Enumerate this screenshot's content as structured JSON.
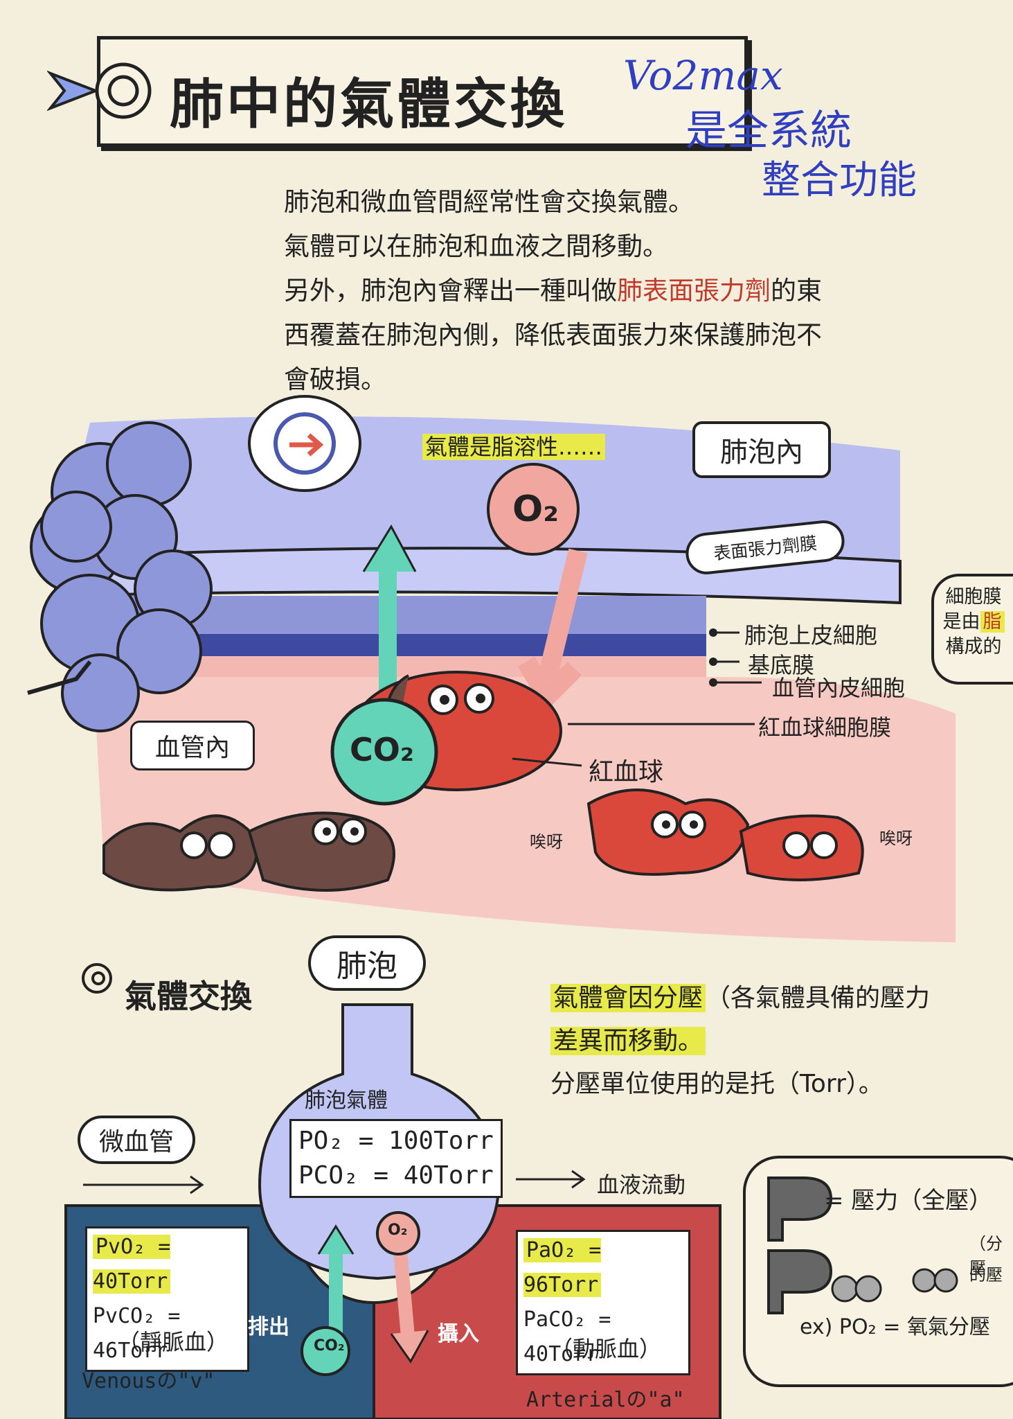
{
  "title": "肺中的氣體交換",
  "handwritten": {
    "line1": "Vo2max",
    "line2": "是全系統",
    "line3": "整合功能"
  },
  "intro_lines": [
    "肺泡和微血管間經常性會交換氣體。",
    "氣體可以在肺泡和血液之間移動。"
  ],
  "intro_line3": {
    "before": "另外，肺泡內會釋出一種叫做",
    "red": "肺表面張力劑",
    "after": "的東"
  },
  "intro_line4": "西覆蓋在肺泡內側，降低表面張力來保護肺泡不",
  "intro_line5": "會破損。",
  "diagram": {
    "fat_soluble": "氣體是脂溶性……",
    "alveolus_inside": "肺泡內",
    "surfactant_membrane": "表面張力劑膜",
    "o2": "O₂",
    "co2": "CO₂",
    "layers": {
      "epithelium": "肺泡上皮細胞",
      "basement": "基底膜",
      "endothelium": "血管內皮細胞",
      "rbc_membrane": "紅血球細胞膜"
    },
    "rbc": "紅血球",
    "vessel_inside": "血管內",
    "oops_left": "唉呀",
    "oops_right": "唉呀",
    "side_note_l1": "細胞膜",
    "side_note_l2_a": "是由",
    "side_note_l2_b": "脂",
    "side_note_l3": "構成的"
  },
  "section2": {
    "heading": "氣體交換",
    "alveolus_bubble": "肺泡",
    "desc_line1_hl": "氣體會因分壓",
    "desc_line1_rest": "（各氣體具備的壓力",
    "desc_line2_hl": "差異而移動。",
    "desc_line3": "分壓單位使用的是托（Torr）。",
    "alveolar_gas": "肺泡氣體",
    "po2_alv": "PO₂ = 100Torr",
    "pco2_alv": "PCO₂ = 40Torr",
    "capillary": "微血管",
    "blood_flow": "血液流動",
    "pvo2": "PvO₂ = 40Torr",
    "pvco2": "PvCO₂ = 46Torr",
    "pao2": "PaO₂ = 96Torr",
    "paco2": "PaCO₂ = 40Torr",
    "exhale": "排出",
    "intake": "攝入",
    "o2": "O₂",
    "co2": "CO₂",
    "venous": "（靜脈血）",
    "arterial": "（動脈血）",
    "venous_note": "Venousの\"v\"",
    "arterial_note": "Arterialの\"a\"",
    "legend_p": "P",
    "legend_p_text": "= 壓力（全壓）",
    "legend_pxx_a": "（分壓",
    "legend_pxx_b": "的壓",
    "legend_ex": "ex) PO₂ = 氧氣分壓"
  },
  "colors": {
    "alveolus_blue": "#b9bdf0",
    "membrane_dark": "#3d4aa0",
    "blood_pink": "#f6c9c3",
    "rbc_red": "#d9483b",
    "rbc_brown": "#6e4a44",
    "co2_teal": "#63d4b8",
    "o2_pink": "#f0a9a0",
    "venous_blue": "#2f5a80",
    "arterial_red": "#c94a4a",
    "highlight": "#e8ea4a"
  }
}
